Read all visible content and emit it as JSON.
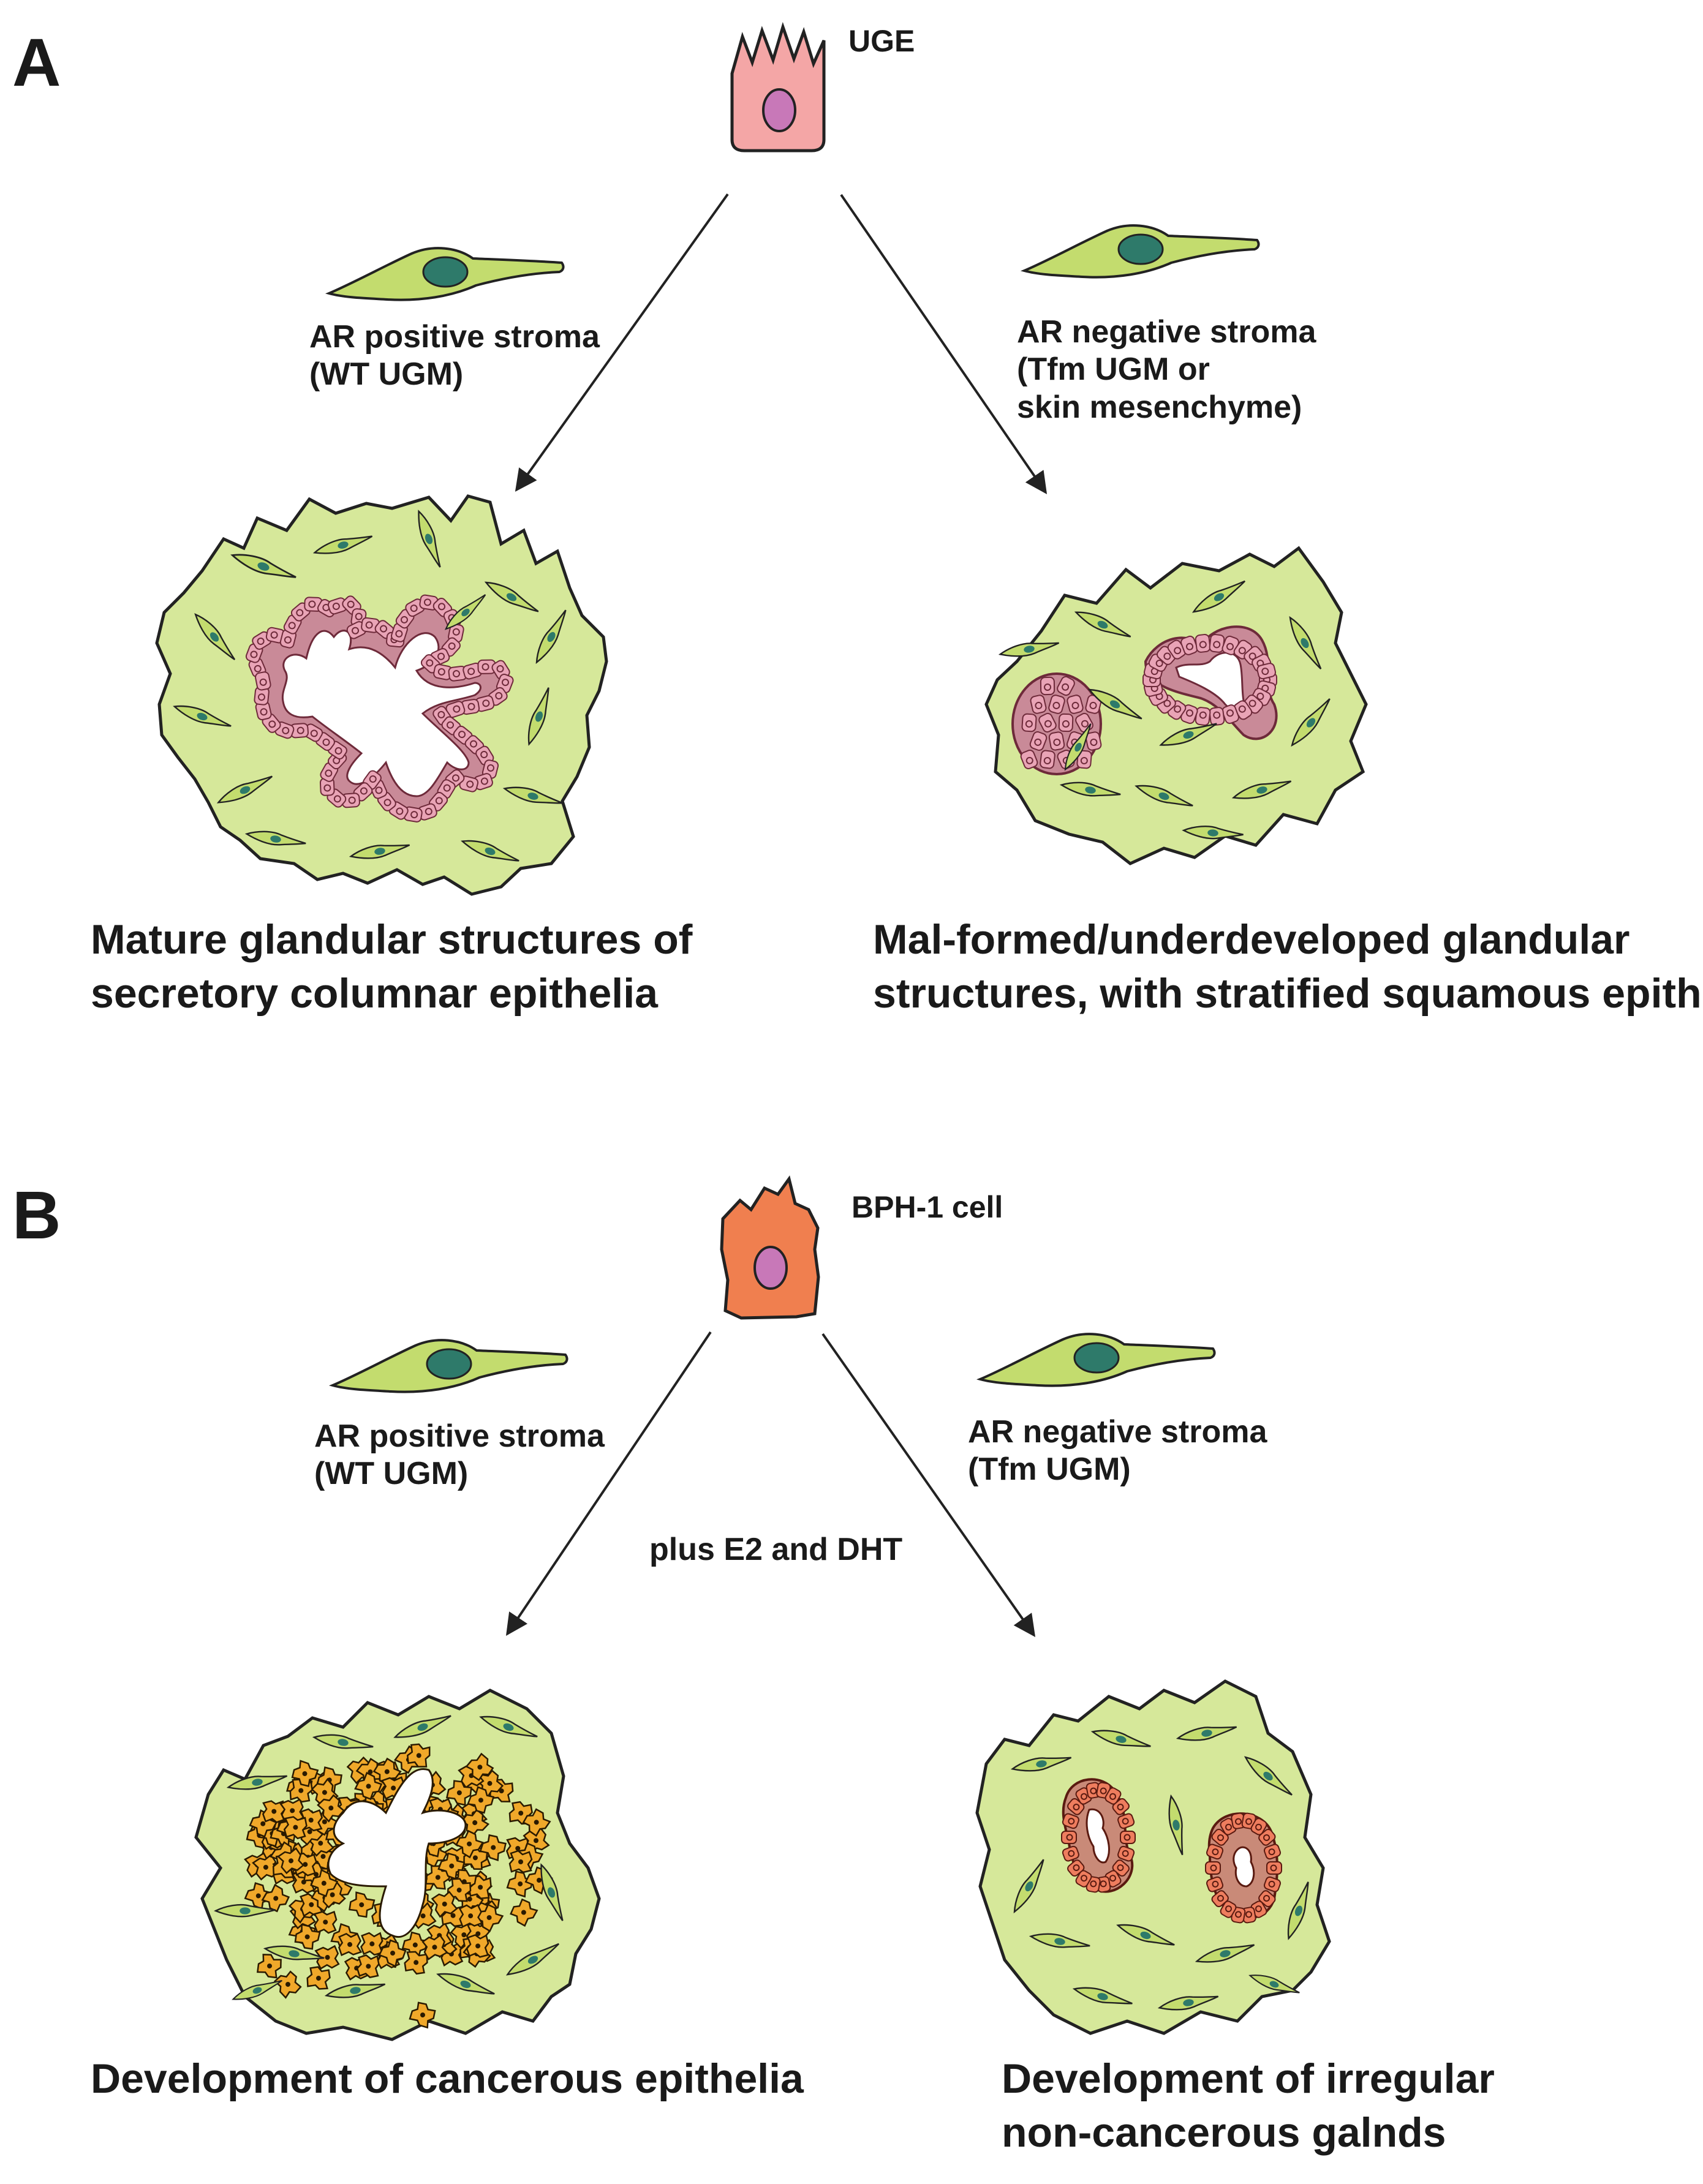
{
  "panel_a": {
    "letter": "A",
    "cell_label": "UGE",
    "left_stroma_lines": [
      "AR positive stroma",
      "(WT UGM)"
    ],
    "right_stroma_lines": [
      "AR negative stroma",
      "(Tfm UGM or",
      "skin mesenchyme)"
    ],
    "left_outcome_lines": [
      "Mature glandular structures of",
      "secretory columnar epithelia"
    ],
    "right_outcome_lines": [
      "Mal-formed/underdeveloped glandular",
      "structures, with stratified squamous epithelia"
    ]
  },
  "panel_b": {
    "letter": "B",
    "cell_label": "BPH-1 cell",
    "left_stroma_lines": [
      "AR positive stroma",
      "(WT UGM)"
    ],
    "right_stroma_lines": [
      "AR negative stroma",
      "(Tfm UGM)"
    ],
    "condition": "plus E2 and DHT",
    "left_outcome_lines": [
      "Development of cancerous epithelia"
    ],
    "right_outcome_lines": [
      "Development of irregular",
      "non-cancerous galnds"
    ]
  },
  "colors": {
    "stroma_fill": "#d6e89a",
    "stroma_cell_fill": "#c3dc6e",
    "stroma_nucleus": "#2e7a6a",
    "uge_cell": "#f4a6a6",
    "bph_cell": "#f07f4f",
    "nucleus": "#c878b8",
    "columnar_epithelium": "#e9a4b6",
    "cancer_cells": "#f0a82a",
    "irregular_gland": "#ee7d5e",
    "outline": "#222222"
  }
}
